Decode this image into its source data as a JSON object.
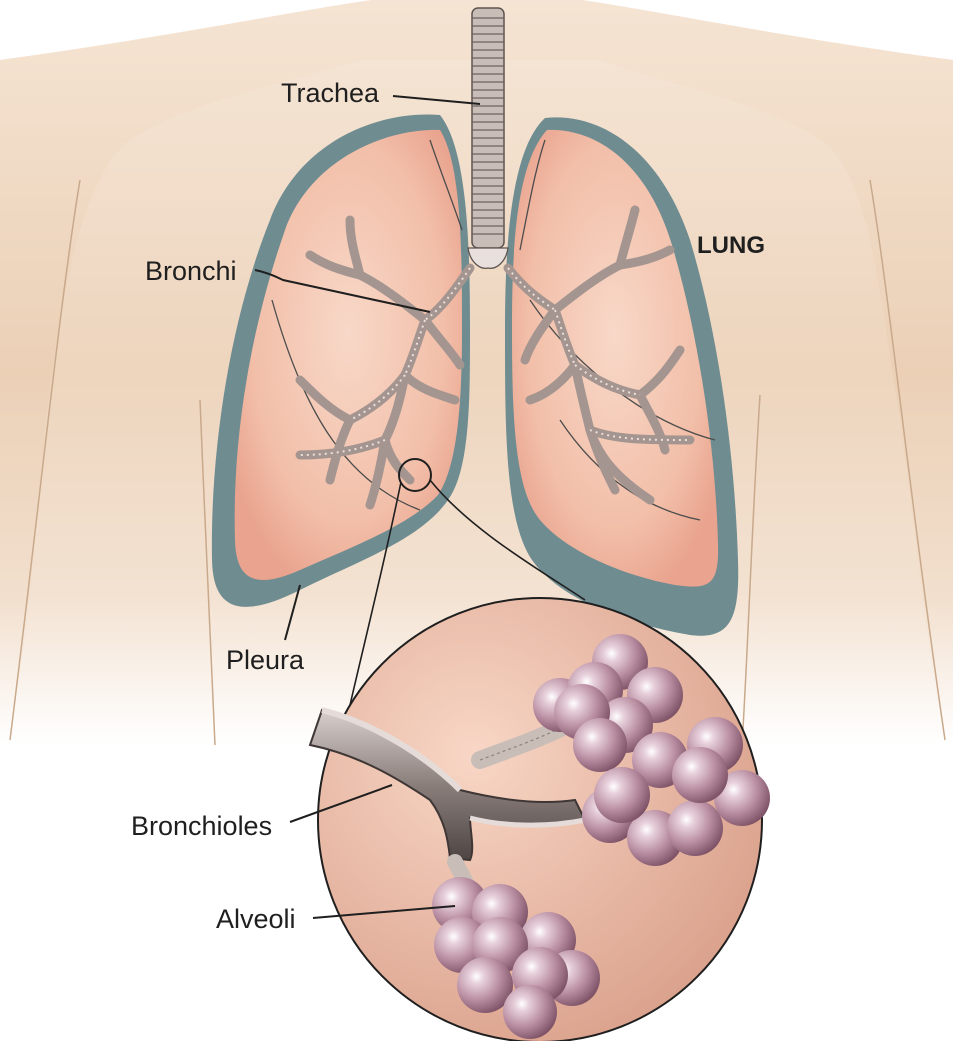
{
  "labels": {
    "trachea": "Trachea",
    "bronchi": "Bronchi",
    "lung": "LUNG",
    "pleura": "Pleura",
    "bronchioles": "Bronchioles",
    "alveoli": "Alveoli"
  },
  "colors": {
    "skin": "#f0d9c3",
    "skin_shadow": "#e2c2a3",
    "pleura": "#6f8c91",
    "lung": "#f4c7b4",
    "lung_edge": "#e9a896",
    "airway": "#b9a8a4",
    "alveoli": "#b78a9e",
    "inset_bg": "#f0c4b1",
    "leader": "#1f1f1f"
  }
}
